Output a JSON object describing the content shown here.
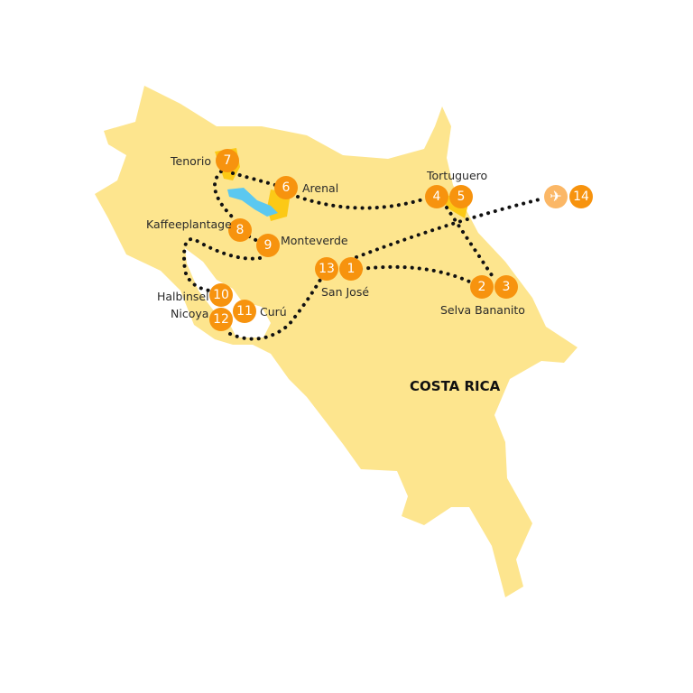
{
  "country": "COSTA RICA",
  "colors": {
    "land": "#fde58e",
    "marker": "#f7930e",
    "airport": "#fbb766",
    "lake": "#5bc8f0",
    "highlight": "#fcc916",
    "route": "#111111"
  },
  "markers": [
    "1",
    "2",
    "3",
    "4",
    "5",
    "6",
    "7",
    "8",
    "9",
    "10",
    "11",
    "12",
    "13",
    "14"
  ],
  "airport_icon": "airplane-icon",
  "labels": {
    "tenorio": "Tenorio",
    "arenal": "Arenal",
    "tortuguero": "Tortuguero",
    "kaffee": "Kaffeeplantage",
    "monteverde": "Monteverde",
    "sanjose": "San José",
    "selva": "Selva Bananito",
    "halbinsel": "Halbinsel",
    "nicoya": "Nicoya",
    "curu": "Curú"
  }
}
